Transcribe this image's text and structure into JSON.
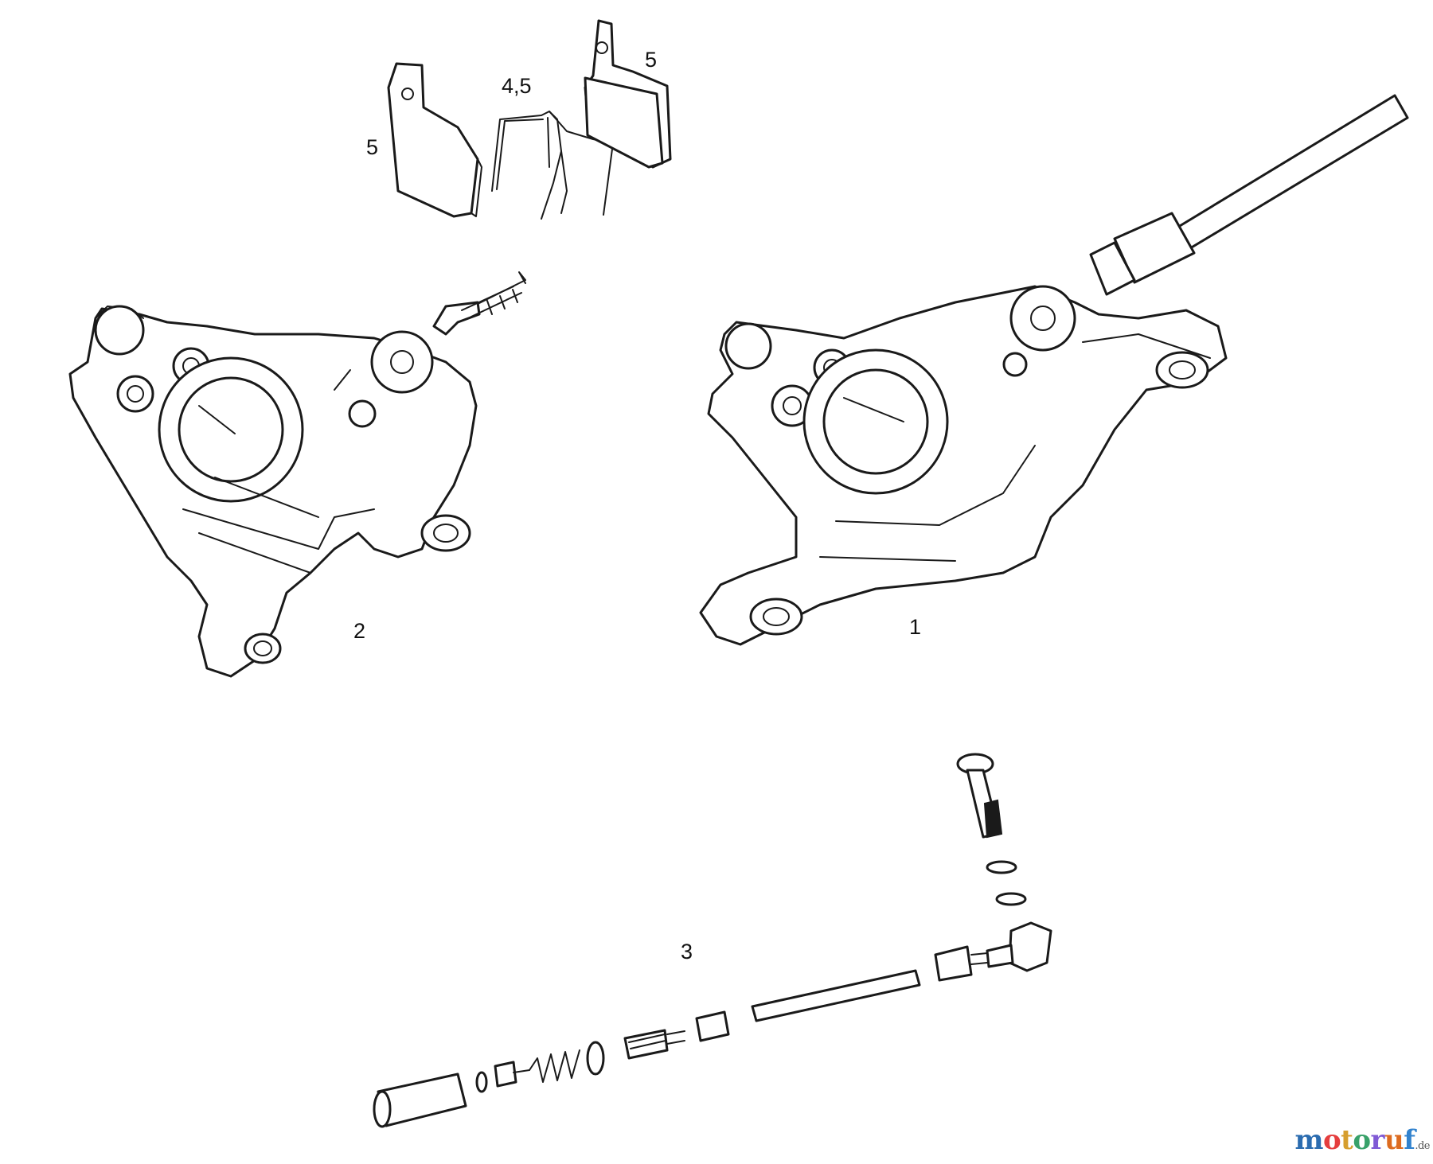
{
  "callouts": {
    "pad_left": "5",
    "spring": "4,5",
    "pad_right": "5",
    "caliper_left": "2",
    "caliper_right": "1",
    "hose_kit": "3"
  },
  "watermark": {
    "brand": "motoruf",
    "tld": ".de",
    "colors": [
      "#2b6cb0",
      "#e53e3e",
      "#d69e2e",
      "#38a169",
      "#805ad5",
      "#dd6b20",
      "#3182ce"
    ]
  }
}
